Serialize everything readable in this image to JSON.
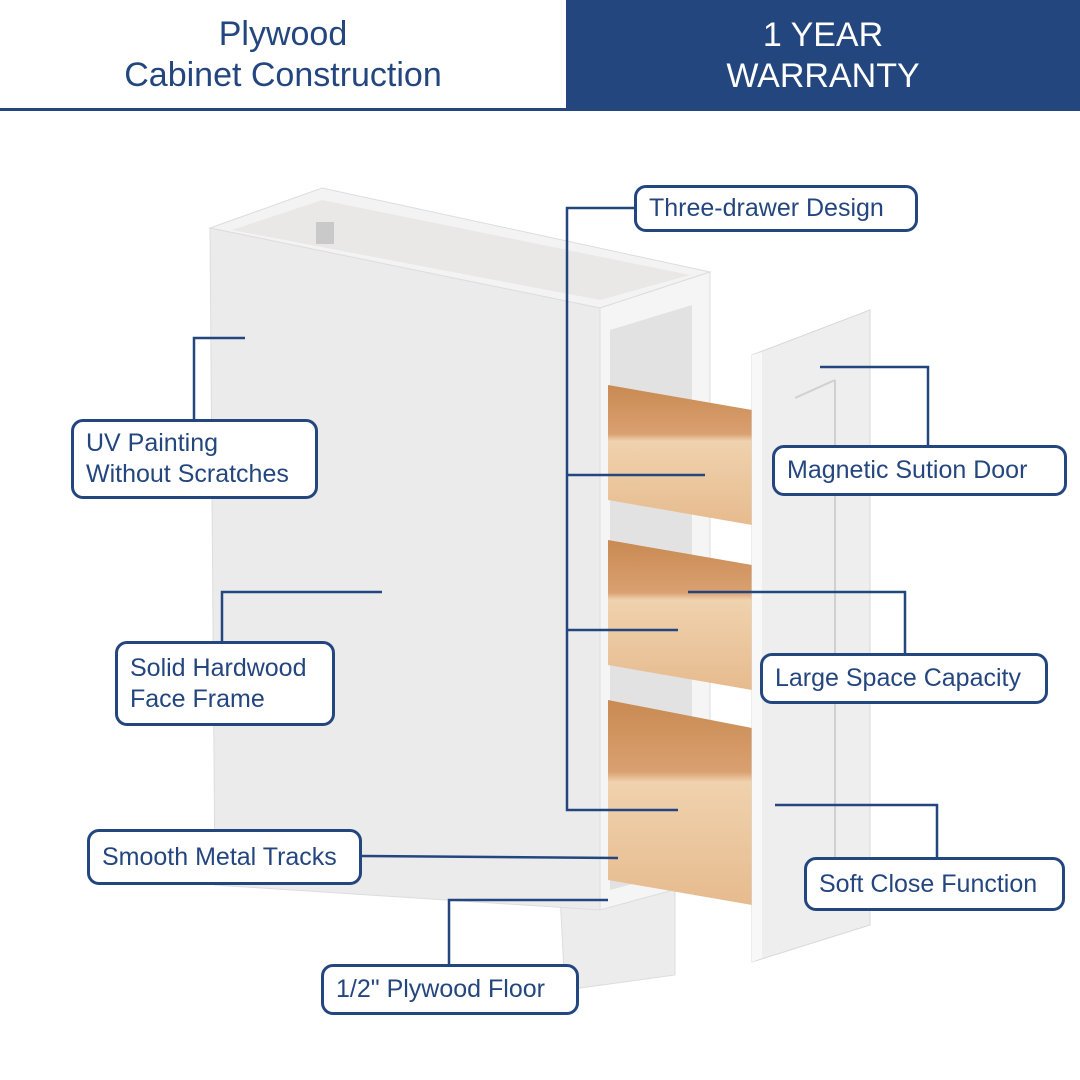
{
  "header": {
    "left_line1": "Plywood",
    "left_line2": "Cabinet Construction",
    "right_line1": "1 YEAR",
    "right_line2": "WARRANTY"
  },
  "labels": {
    "three_drawer": "Three-drawer Design",
    "uv_line1": "UV Painting",
    "uv_line2": "Without Scratches",
    "magnetic": "Magnetic Sution Door",
    "solid_line1": "Solid Hardwood",
    "solid_line2": "Face Frame",
    "large_space": "Large Space Capacity",
    "metal_tracks": "Smooth Metal Tracks",
    "soft_close": "Soft Close Function",
    "plywood_floor": "1/2\" Plywood Floor"
  },
  "colors": {
    "brand": "#24467f",
    "wood": "#e3b88c"
  }
}
